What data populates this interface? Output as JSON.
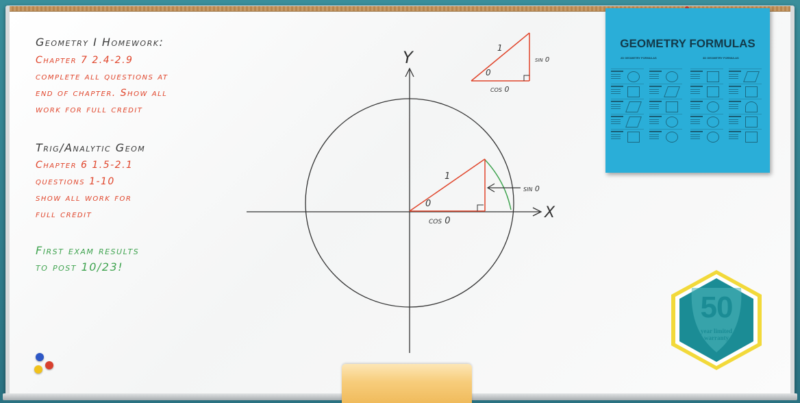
{
  "whiteboard": {
    "notes": {
      "geometry_heading": "Geometry I Homework:",
      "geometry_chapter": "Chapter 7 2.4-2.9",
      "geometry_line1": "complete all questions at",
      "geometry_line2": "end of chapter. Show all",
      "geometry_line3": "work for full credit",
      "trig_heading": "Trig/Analytic Geom",
      "trig_chapter": "Chapter 6 1.5-2.1",
      "trig_line1": "questions 1-10",
      "trig_line2": "show all work for",
      "trig_line3": "full credit",
      "exam_line1": "First exam results",
      "exam_line2": "to post 10/23!"
    },
    "diagram": {
      "y_axis_label": "Y",
      "x_axis_label": "X",
      "hyp_label": "1",
      "theta_label": "0",
      "cos_label": "cos 0",
      "sin_label": "sin 0",
      "small_hyp_label": "1",
      "small_theta_label": "0",
      "small_cos_label": "cos 0",
      "small_sin_label": "sin 0"
    }
  },
  "poster": {
    "title": "GEOMETRY FORMULAS",
    "left_subtitle": "2D GEOMETRY FORMULAS",
    "right_subtitle": "3D GEOMETRY FORMULAS",
    "color": "#2aaed8"
  },
  "badge": {
    "number": "50",
    "text": "year limited\nwarranty",
    "outer_color": "#f2d93a",
    "inner_color": "#1b8c95"
  },
  "colors": {
    "marker_red": "#e0442a",
    "marker_green": "#3fa34f",
    "marker_dark": "#3a3a3a"
  }
}
